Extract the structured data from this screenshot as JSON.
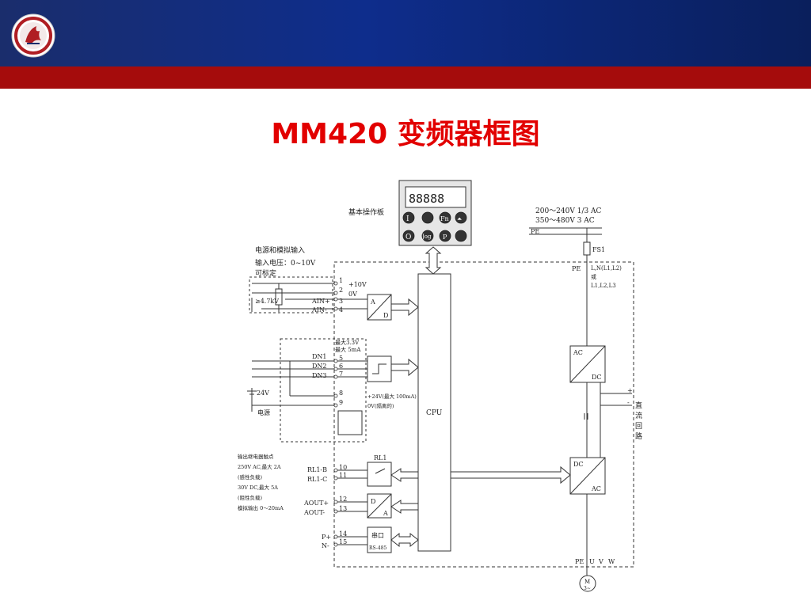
{
  "slide": {
    "title": "MM420 变频器框图"
  },
  "diagram": {
    "panel_label": "基本操作板",
    "panel_display": "88888",
    "panel_buttons": {
      "run": "I",
      "up_arrow": "⏶",
      "fn": "Fn",
      "stop": "O",
      "jog": "Jog",
      "p": "P"
    },
    "supply": {
      "line1": "200～240V  1/3  AC",
      "line2": "350～480V  3  AC",
      "pe": "PE"
    },
    "fuse": "FS1",
    "input_terminals": {
      "pe": "PE",
      "l_n": "L,N(L1,L2)",
      "or": "或",
      "l123": "L1,L2,L3"
    },
    "analog_input": {
      "title": "电源和模拟输入",
      "voltage": "输入电压：0~10V",
      "calibratable": "可标定",
      "resistor": "≥4.7kV",
      "plus10v": "+10V",
      "zero_v": "0V",
      "ain_plus": "AIN+",
      "ain_minus": "AIN-"
    },
    "digital_inputs": {
      "max_v": "最大3.3V",
      "max_ma": "最大 5mA",
      "dn1": "DN1",
      "dn2": "DN2",
      "dn3": "DN3",
      "v24": "24V",
      "power": "电源",
      "plus24_note": "+24V(最大 100mA)",
      "zero_note": "0V(隔离的)"
    },
    "terminals": [
      "1",
      "2",
      "3",
      "4",
      "5",
      "6",
      "7",
      "8",
      "9",
      "10",
      "11",
      "12",
      "13",
      "14",
      "15"
    ],
    "ad_block": {
      "a": "A",
      "d": "D"
    },
    "cpu": "CPU",
    "relay": {
      "name": "RL1",
      "rl_b": "RL1-B",
      "rl_c": "RL1-C",
      "note1": "输出继电器触点",
      "note2": "250V  AC,最大 2A",
      "note3": "(感性负载)",
      "note4": "30V DC,最大 5A",
      "note5": "(阻性负载)",
      "note6": "模拟输出 0～20mA"
    },
    "analog_output": {
      "aout_plus": "AOUT+",
      "aout_minus": "AOUT-",
      "d": "D",
      "a": "A"
    },
    "serial": {
      "p_plus": "P+",
      "n": "N-",
      "port": "串口",
      "rs485": "RS-485"
    },
    "rectifier": {
      "ac": "AC",
      "dc": "DC"
    },
    "inverter": {
      "dc": "DC",
      "ac": "AC"
    },
    "dc_link": {
      "plus": "+",
      "minus": "-",
      "label": [
        "直",
        "流",
        "回",
        "路"
      ]
    },
    "output_terminals": {
      "pe": "PE",
      "u": "U",
      "v": "V",
      "w": "W"
    },
    "motor": {
      "m": "M",
      "phase": "3~"
    }
  }
}
